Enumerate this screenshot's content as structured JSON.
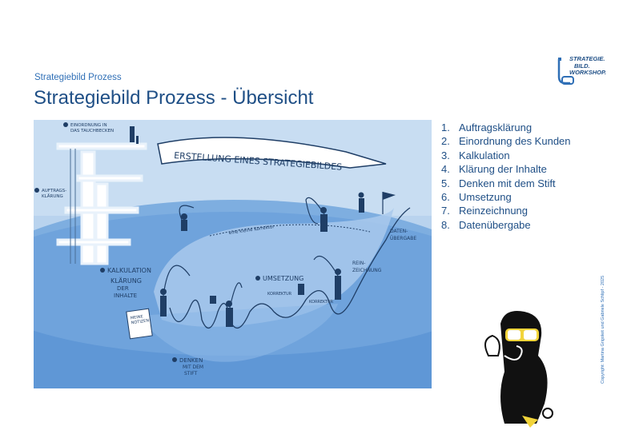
{
  "header": {
    "kicker": "Strategiebild Prozess",
    "title": "Strategiebild Prozess - Übersicht"
  },
  "logo": {
    "lines": [
      "STRATEGIE.",
      "BILD.",
      "WORKSHOP."
    ],
    "icon": "snorkel-mask-icon"
  },
  "illustration": {
    "banner": "ERSTELLUNG EINES STRATEGIEBILDES",
    "labels": {
      "einordnung": [
        "EINORDNUNG IN",
        "DAS TAUCHBECKEN"
      ],
      "auftrag": [
        "AUFTRAGS-",
        "KLÄRUNG"
      ],
      "kalkulation": "KALKULATION",
      "klaerung": [
        "KLÄRUNG",
        "DER",
        "INHALTE"
      ],
      "umsetzung": "UMSETZUNG",
      "korrektur_small": "eine kleine Korrektur",
      "korrektur1": "KORREKTUR",
      "korrektur2": "KORREKTUR",
      "reinzeichnung": [
        "REIN-",
        "ZEICHNUNG"
      ],
      "datenuebergabe": [
        "DATEN-",
        "ÜBERGABE"
      ],
      "denken": [
        "DENKEN",
        "MIT DEM",
        "STIFT"
      ],
      "notiz": [
        "MEINE",
        "NOTIZEN"
      ]
    },
    "colors": {
      "pool_light": "#b9d3ee",
      "pool_mid": "#7eaee0",
      "pool_dark": "#4a86cf",
      "ink": "#1f3e66"
    }
  },
  "steps": [
    {
      "num": "1.",
      "label": "Auftragsklärung"
    },
    {
      "num": "2.",
      "label": "Einordnung des Kunden"
    },
    {
      "num": "3.",
      "label": "Kalkulation"
    },
    {
      "num": "4.",
      "label": "Klärung der Inhalte"
    },
    {
      "num": "5.",
      "label": "Denken mit dem Stift"
    },
    {
      "num": "6.",
      "label": "Umsetzung"
    },
    {
      "num": "7.",
      "label": "Reinzeichnung"
    },
    {
      "num": "8.",
      "label": "Datenübergabe"
    }
  ],
  "copyright": "Copyright: Martina Grigoleit und Gabriele Schlipf - 2025",
  "colors": {
    "brand": "#1f4f86",
    "accent": "#2f6fb6",
    "diver_mask": "#f2d43a"
  }
}
